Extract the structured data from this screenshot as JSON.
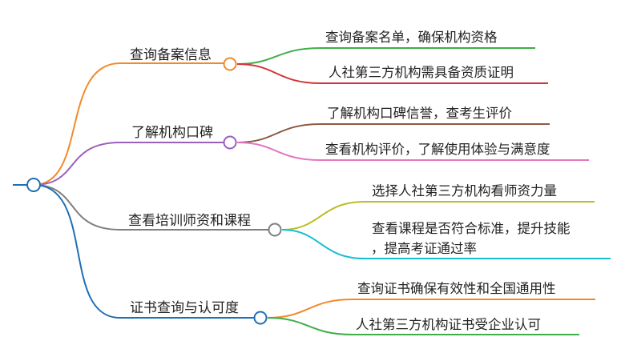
{
  "colors": {
    "root": "#1f6fb5",
    "branch_1": "#f28a2c",
    "branch_2": "#9b5fc0",
    "branch_3": "#7f7f7f",
    "branch_4": "#1f6fb5",
    "leaf_1_1": "#3fae49",
    "leaf_1_2": "#d13438",
    "leaf_2_1": "#8c5a46",
    "leaf_2_2": "#e377c2",
    "leaf_3_1": "#bcbd22",
    "leaf_3_2": "#17becf",
    "leaf_4_1": "#f28a2c",
    "leaf_4_2": "#3fae49"
  },
  "branches": [
    {
      "label": "查询备案信息",
      "leaves": [
        "查询备案名单，确保机构资格",
        "人社第三方机构需具备资质证明"
      ]
    },
    {
      "label": "了解机构口碑",
      "leaves": [
        "了解机构口碑信誉，查考生评价",
        "查看机构评价，了解使用体验与满意度"
      ]
    },
    {
      "label": "查看培训师资和课程",
      "leaves": [
        "选择人社第三方机构看师资力量",
        "查看课程是否符合标准，提升技能",
        "，提高考证通过率"
      ]
    },
    {
      "label": "证书查询与认可度",
      "leaves": [
        "查询证书确保有效性和全国通用性",
        "人社第三方机构证书受企业认可"
      ]
    }
  ]
}
